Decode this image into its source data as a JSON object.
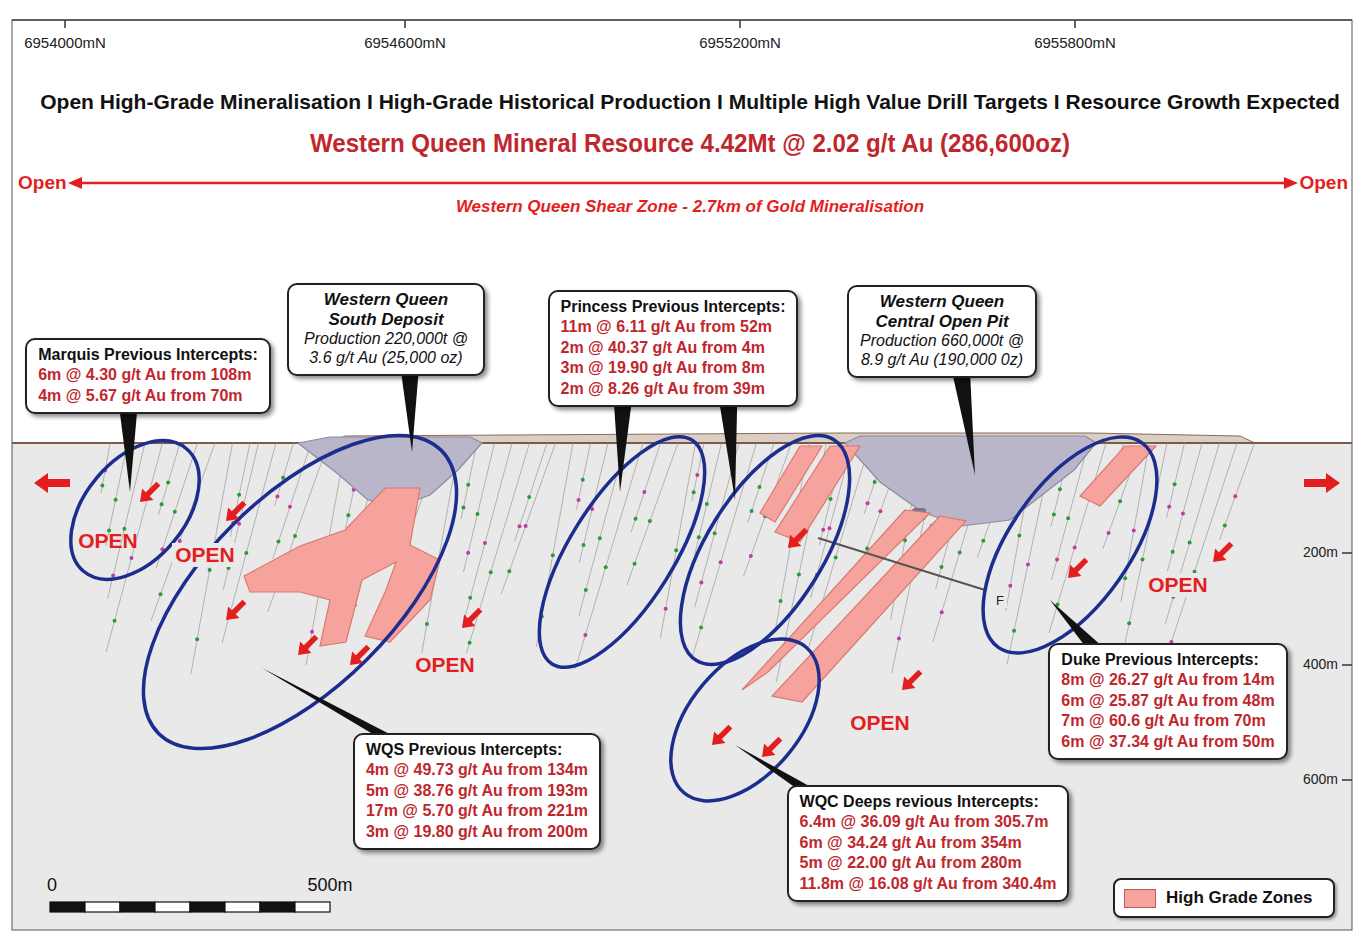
{
  "diagram": {
    "title": "Open High-Grade Mineralisation I High-Grade Historical Production I Multiple High Value Drill Targets I Resource Growth Expected",
    "nodes": [
      {
        "text": [
          "Marquis Previous Intercepts:",
          "6m @ 4.30 g/t Au from 108m",
          "4m @ 5.67 g/t Au from 70m"
        ]
      },
      {
        "text": [
          "Western Queen South Deposit",
          "Production 220,000t @ 3.6 g/t Au (25,000 oz)"
        ]
      },
      {
        "text": [
          "Princess Previous Intercepts:",
          "11m @ 6.11 g/t Au from 52m",
          "2m @ 40.37 g/t Au from 4m",
          "3m @ 19.90 g/t Au from 8m",
          "2m @ 8.26 g/t Au from 39m"
        ]
      },
      {
        "text": [
          "Western Queen Central Open Pit",
          "Production 660,000t @ 8.9 g/t Au (190,000 0z)"
        ]
      },
      {
        "text": [
          "Duke Previous Intercepts:",
          "8m @ 26.27 g/t Au from 14m",
          "6m @ 25.87 g/t Au from 48m",
          "7m @ 60.6 g/t Au from 70m",
          "6m @ 37.34 g/t Au from 50m"
        ]
      },
      {
        "text": [
          "WQS Previous Intercepts:",
          "4m @ 49.73 g/t Au from 134m",
          "5m @ 38.76 g/t Au from 193m",
          "17m @ 5.70 g/t Au from 221m",
          "3m @ 19.80 g/t Au from 200m"
        ]
      },
      {
        "text": [
          "WQC Deeps revious Intercepts:",
          "6.4m @ 36.09 g/t Au from 305.7m",
          "6m @ 34.24 g/t Au from 354m",
          "5m @ 22.00 g/t Au from 280m",
          "11.8m @ 16.08 g/t Au from 340.4m"
        ]
      }
    ],
    "labels": [
      "6954000mN",
      "6954600mN",
      "6955200mN",
      "6955800mN",
      "Western Queen Mineral Resource 4.42Mt @ 2.02 g/t Au (286,600oz)",
      "Open",
      "Open",
      "Western Queen Shear Zone - 2.7km of Gold Mineralisation",
      "OPEN",
      "OPEN",
      "OPEN",
      "OPEN",
      "OPEN",
      "F",
      "200m",
      "400m",
      "600m",
      "0",
      "500m"
    ],
    "legend": [
      {
        "text": "High Grade Zones",
        "color": "#f5a39c"
      }
    ]
  }
}
